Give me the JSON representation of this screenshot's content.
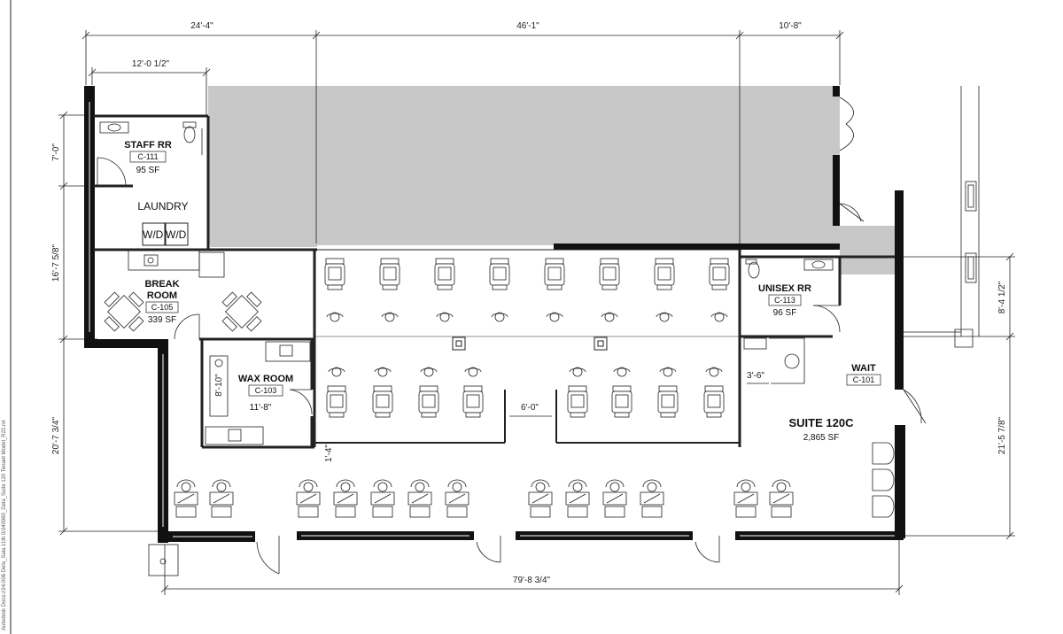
{
  "dimensions": {
    "top_left": "24'-4\"",
    "top_mid": "46'-1\"",
    "top_right": "10'-8\"",
    "staff_width": "12'-0 1/2\"",
    "left_upper": "7'-0\"",
    "left_mid": "16'-7 5/8\"",
    "left_lower": "20'-7 3/4\"",
    "right_upper": "8'-4 1/2\"",
    "right_lower": "21'-5 7/8\"",
    "bottom": "79'-8 3/4\"",
    "wax_height": "8'-10\"",
    "wax_width": "11'-8\"",
    "aisle": "6'-0\"",
    "small_gap": "1'-4\"",
    "wait_door": "3'-6\""
  },
  "rooms": {
    "staff_rr": {
      "name": "STAFF RR",
      "code": "C-111",
      "area": "95 SF"
    },
    "laundry": {
      "name": "LAUNDRY",
      "wd1": "W/D",
      "wd2": "W/D"
    },
    "break_room": {
      "name_line1": "BREAK",
      "name_line2": "ROOM",
      "code": "C-105",
      "area": "339 SF"
    },
    "wax_room": {
      "name": "WAX ROOM",
      "code": "C-103"
    },
    "unisex_rr": {
      "name": "UNISEX RR",
      "code": "C-113",
      "area": "96 SF"
    },
    "wait": {
      "name": "WAIT",
      "code": "C-101"
    },
    "suite": {
      "name": "SUITE 120C",
      "area": "2,865 SF"
    }
  },
  "side_note": "Autodesk Docs://24-006 Dela_Sala 11th 0/240060_Dela_Suite 120 Tenant Model_R22.rvt",
  "colors": {
    "shade": "#c8c8c8",
    "wall": "#111111",
    "line": "#222222"
  }
}
